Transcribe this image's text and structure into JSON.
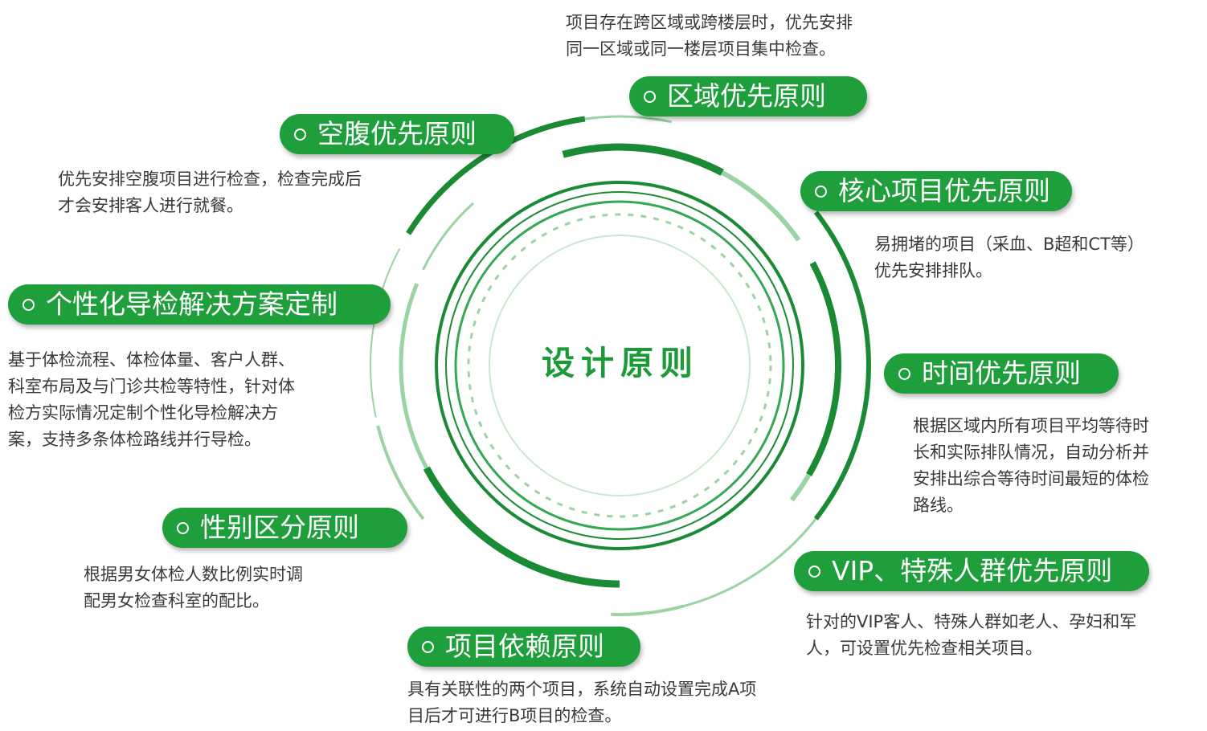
{
  "center_title": "设计原则",
  "colors": {
    "primary_green": "#1f9e3c",
    "dark_green": "#1b8a34",
    "light_green": "#9bd3a5",
    "text": "#3a3a3a"
  },
  "principles": [
    {
      "id": "area",
      "label": "区域优先原则",
      "icon": "circle-dot-icon",
      "desc": [
        "项目存在跨区域或跨楼层时，优先安排",
        "同一区域或同一楼层项目集中检查。"
      ]
    },
    {
      "id": "fasting",
      "label": "空腹优先原则",
      "icon": "circle-dot-icon",
      "desc": [
        "优先安排空腹项目进行检查，检查完成后",
        "才会安排客人进行就餐。"
      ]
    },
    {
      "id": "core",
      "label": "核心项目优先原则",
      "icon": "circle-dot-icon",
      "desc": [
        "易拥堵的项目（采血、B超和CT等）",
        "优先安排排队。"
      ]
    },
    {
      "id": "custom",
      "label": "个性化导检解决方案定制",
      "icon": "circle-dot-icon",
      "desc": [
        "基于体检流程、体检体量、客户人群、",
        "科室布局及与门诊共检等特性，针对体",
        "检方实际情况定制个性化导检解决方",
        "案，支持多条体检路线并行导检。"
      ]
    },
    {
      "id": "time",
      "label": "时间优先原则",
      "icon": "circle-dot-icon",
      "desc": [
        "根据区域内所有项目平均等待时",
        "长和实际排队情况，自动分析并",
        "安排出综合等待时间最短的体检",
        "路线。"
      ]
    },
    {
      "id": "gender",
      "label": "性别区分原则",
      "icon": "circle-dot-icon",
      "desc": [
        "根据男女体检人数比例实时调",
        "配男女检查科室的配比。"
      ]
    },
    {
      "id": "vip",
      "label": "VIP、特殊人群优先原则",
      "icon": "circle-dot-icon",
      "desc": [
        "针对的VIP客人、特殊人群如老人、孕妇和军",
        "人，可设置优先检查相关项目。"
      ]
    },
    {
      "id": "dependency",
      "label": "项目依赖原则",
      "icon": "circle-dot-icon",
      "desc": [
        "具有关联性的两个项目，系统自动设置完成A项",
        "目后才可进行B项目的检查。"
      ]
    }
  ]
}
